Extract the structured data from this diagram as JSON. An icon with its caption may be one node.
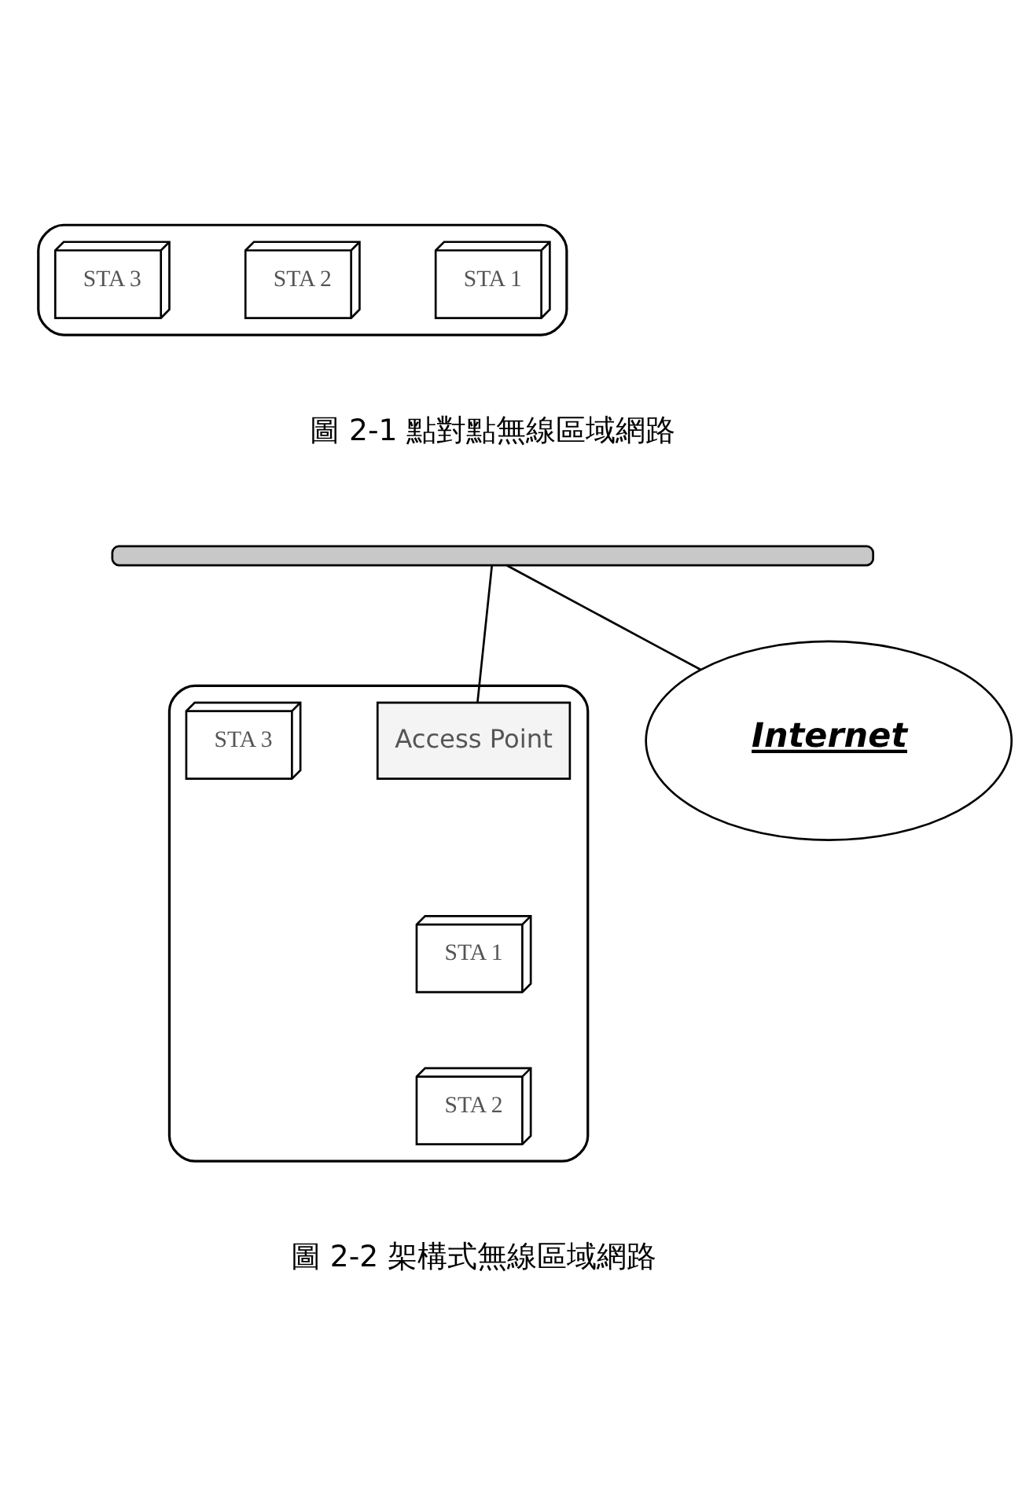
{
  "diagram": {
    "nodes": [
      {
        "text": [],
        "shape": "ellipse"
      },
      {
        "text": [
          "STA 1"
        ],
        "in": 0
      },
      {
        "text": [
          "STA 2"
        ],
        "in": 0
      },
      {
        "text": [
          "STA 3"
        ],
        "in": 0
      },
      {
        "text": [],
        "shape": "bar"
      },
      {
        "text": [],
        "shape": "ellipse"
      },
      {
        "text": [
          "Access Point"
        ],
        "in": 5
      },
      {
        "text": [
          "STA 1"
        ],
        "in": 5
      },
      {
        "text": [
          "STA 3"
        ],
        "in": 5
      },
      {
        "text": [
          "STA 2"
        ],
        "in": 5
      },
      {
        "text": [
          "Internet"
        ]
      }
    ],
    "edges": [
      {
        "from": 6,
        "to": 4,
        "arrow": "none"
      },
      {
        "from": 10,
        "to": 4,
        "arrow": "none"
      }
    ],
    "labels": [
      "圖 2-1 點對點無線區域網路",
      "圖 2-2 架構式無線區域網路"
    ]
  }
}
